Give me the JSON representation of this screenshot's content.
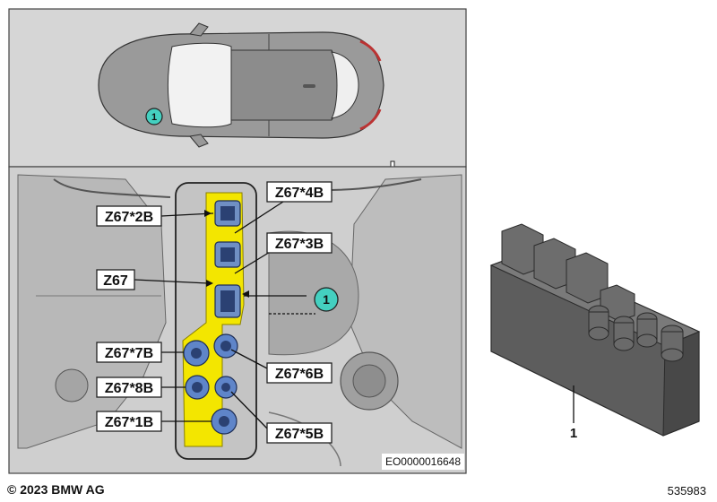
{
  "diagram": {
    "labels": {
      "z67_4b": "Z67*4B",
      "z67_2b": "Z67*2B",
      "z67_3b": "Z67*3B",
      "z67": "Z67",
      "z67_7b": "Z67*7B",
      "z67_6b": "Z67*6B",
      "z67_8b": "Z67*8B",
      "z67_1b": "Z67*1B",
      "z67_5b": "Z67*5B"
    },
    "markers": {
      "car_marker": "1",
      "engine_marker": "1"
    },
    "part_number": "1",
    "image_code": "EO0000016648"
  },
  "footer": {
    "copyright": "© 2023 BMW AG",
    "doc_number": "535983"
  },
  "colors": {
    "highlight_yellow": "#f3e600",
    "marker_teal": "#44d0c0",
    "panel_gray": "#d4d4d4",
    "outline": "#333333"
  }
}
